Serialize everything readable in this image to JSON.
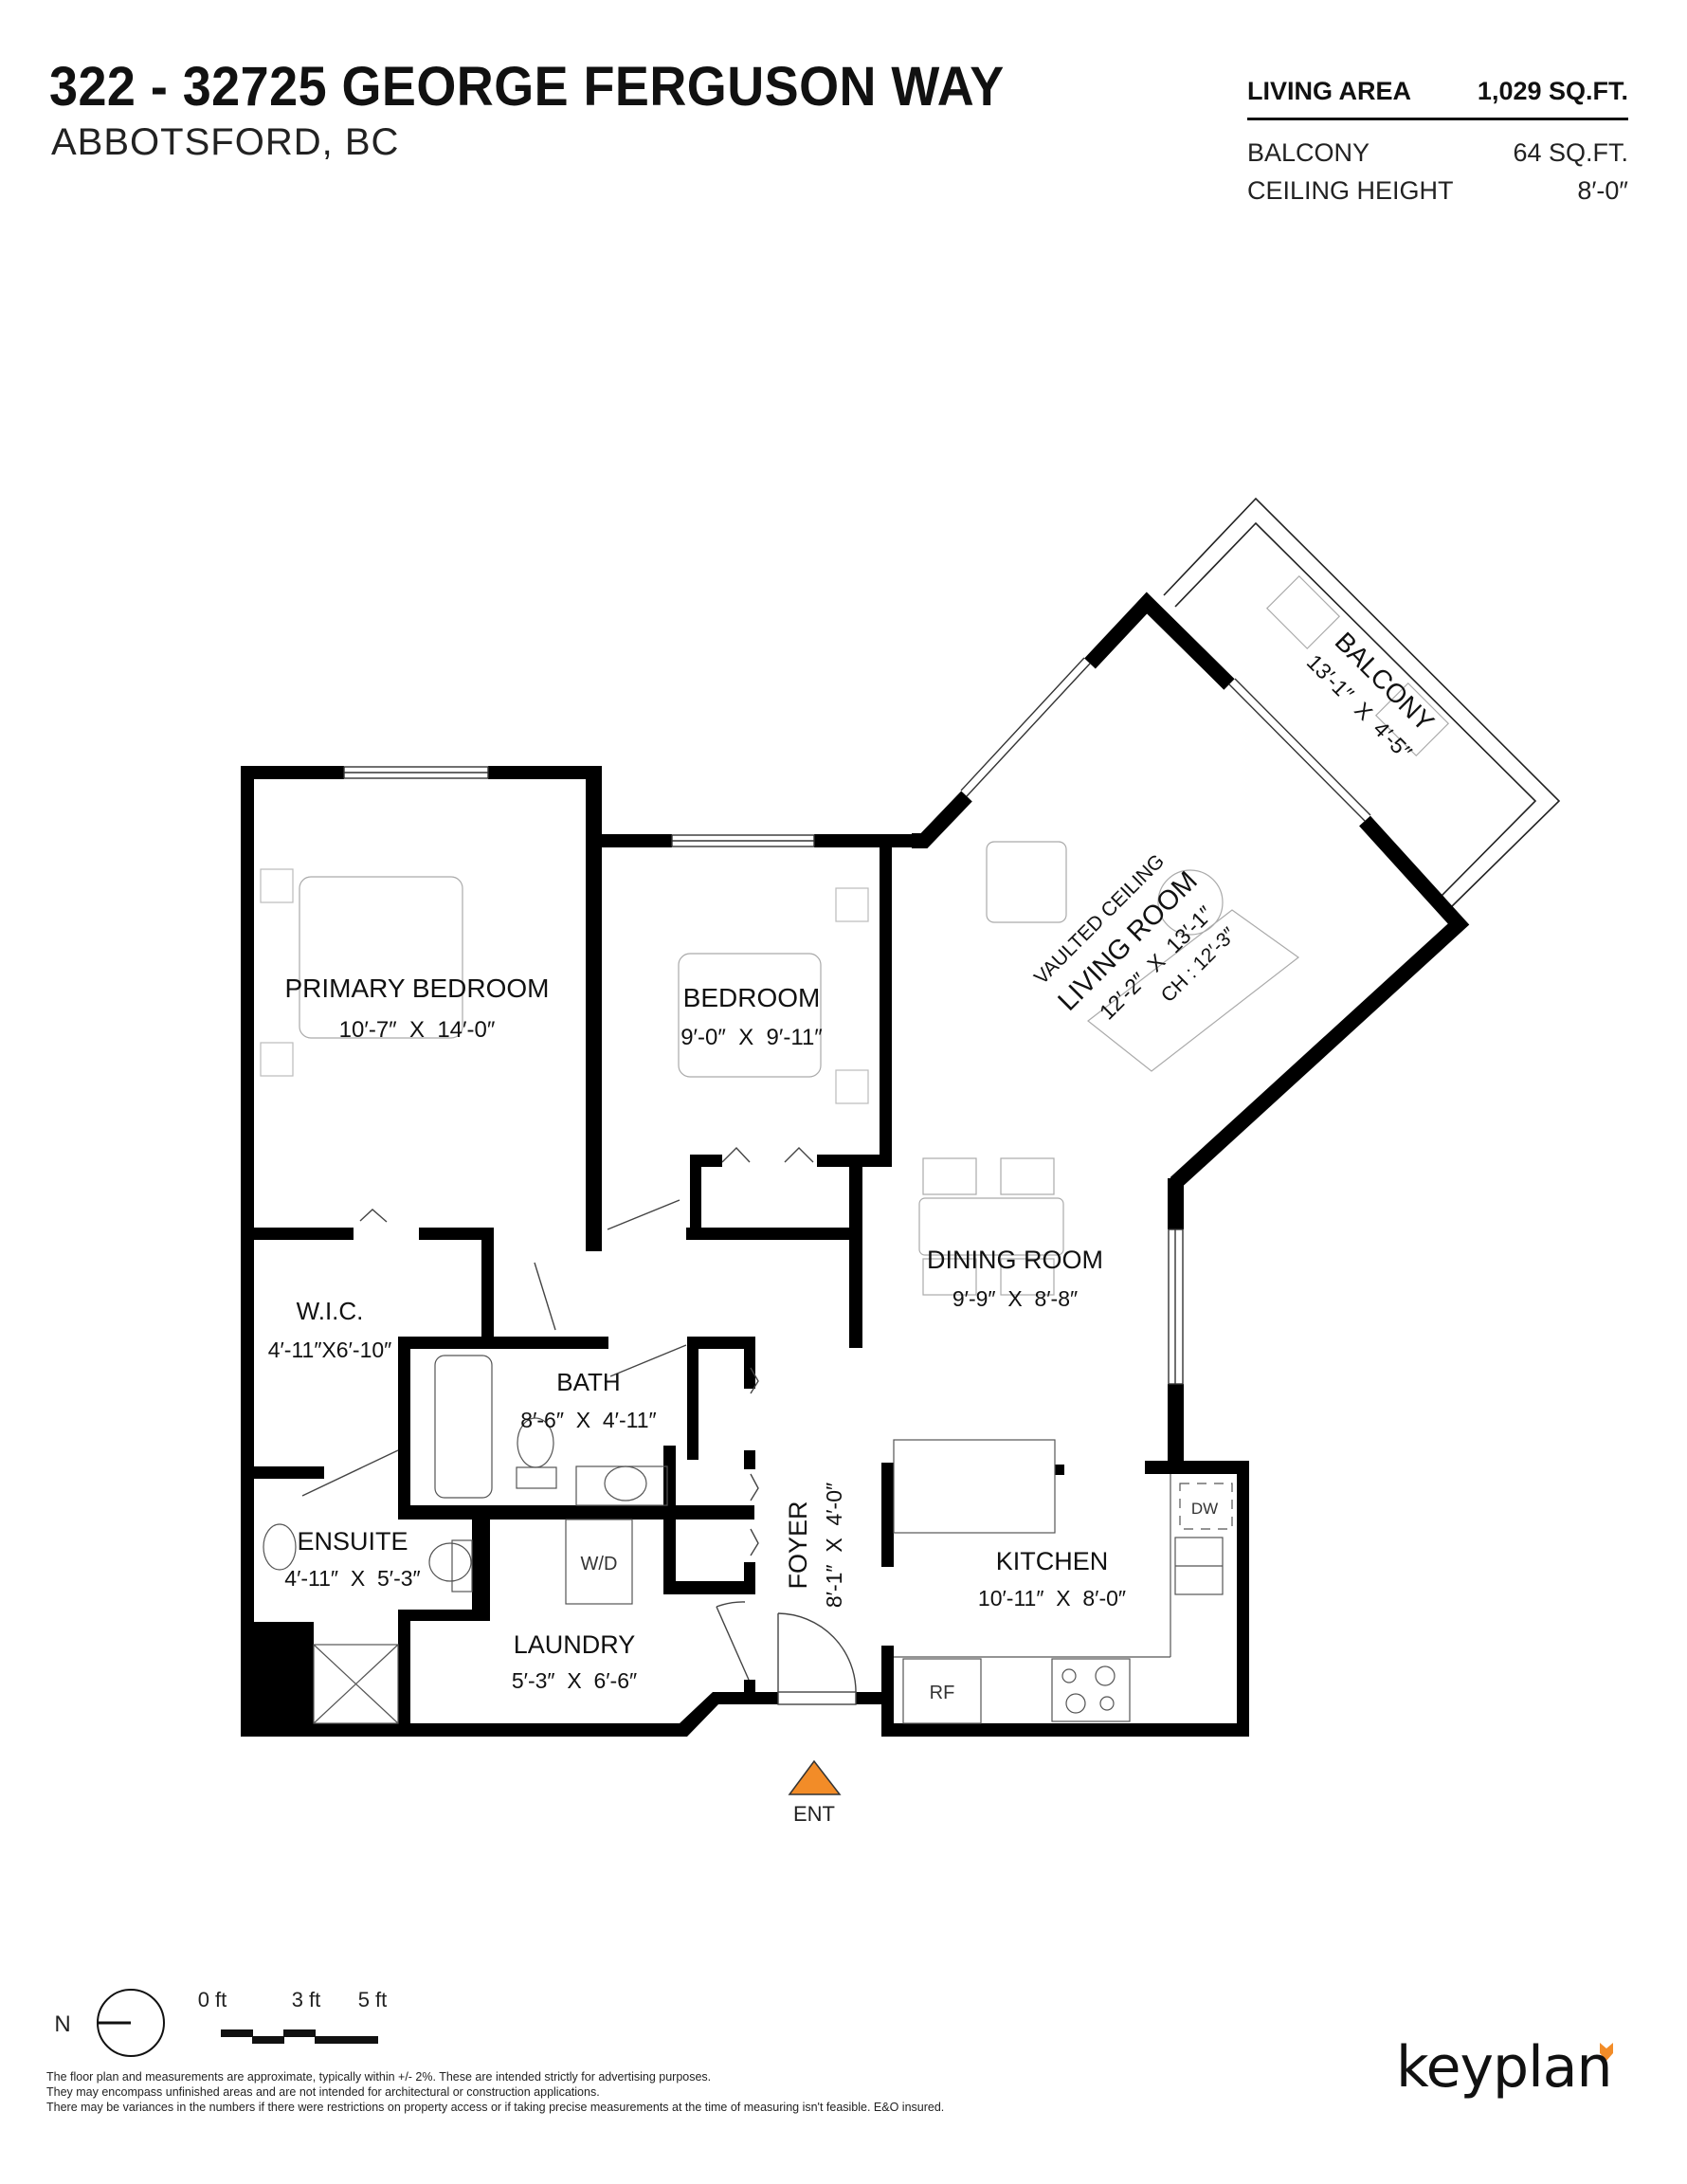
{
  "header": {
    "address_line": "322 - 32725 GEORGE FERGUSON WAY",
    "city_line": "ABBOTSFORD, BC"
  },
  "stats": {
    "living_area": {
      "label": "LIVING AREA",
      "value": "1,029 SQ.FT."
    },
    "balcony": {
      "label": "BALCONY",
      "value": "64 SQ.FT."
    },
    "ceiling_height": {
      "label": "CEILING HEIGHT",
      "value": "8′-0″"
    }
  },
  "rooms": {
    "primary_bedroom": {
      "name": "PRIMARY BEDROOM",
      "dims": "10′-7″  X  14′-0″"
    },
    "bedroom": {
      "name": "BEDROOM",
      "dims": "9′-0″  X  9′-11″"
    },
    "living_room": {
      "note": "VAULTED CEILING",
      "name": "LIVING ROOM",
      "dims": "12′-2″  X  13′-1″",
      "ceiling": "CH : 12′-3″"
    },
    "balcony": {
      "name": "BALCONY",
      "dims": "13′-1″  X  4′-5″"
    },
    "dining_room": {
      "name": "DINING ROOM",
      "dims": "9′-9″  X  8′-8″"
    },
    "wic": {
      "name": "W.I.C.",
      "dims": "4′-11″X6′-10″"
    },
    "bath": {
      "name": "BATH",
      "dims": "8′-6″  X  4′-11″"
    },
    "ensuite": {
      "name": "ENSUITE",
      "dims": "4′-11″  X  5′-3″"
    },
    "laundry": {
      "name": "LAUNDRY",
      "dims": "5′-3″  X  6′-6″"
    },
    "foyer": {
      "name": "FOYER",
      "dims": "8′-1″  X  4′-0″"
    },
    "kitchen": {
      "name": "KITCHEN",
      "dims": "10′-11″  X  8′-0″"
    }
  },
  "fixtures": {
    "washer_dryer": "W/D",
    "dishwasher": "DW",
    "refrigerator": "RF"
  },
  "entrance": {
    "label": "ENT",
    "color": "#F28C28"
  },
  "compass": {
    "label": "N"
  },
  "scale_bar": {
    "labels": [
      "0 ft",
      "3 ft",
      "5 ft"
    ]
  },
  "disclaimer": {
    "lines": [
      "The floor plan and measurements are approximate, typically within +/- 2%. These are intended strictly for advertising purposes.",
      "They may encompass unfinished areas and are not intended for architectural or construction applications.",
      "There may be variances in the numbers if there were restrictions on property access or if taking precise measurements at the time of measuring isn't feasible. E&O insured."
    ]
  },
  "brand": {
    "name": "keyplan",
    "accent_color": "#F28C28"
  }
}
